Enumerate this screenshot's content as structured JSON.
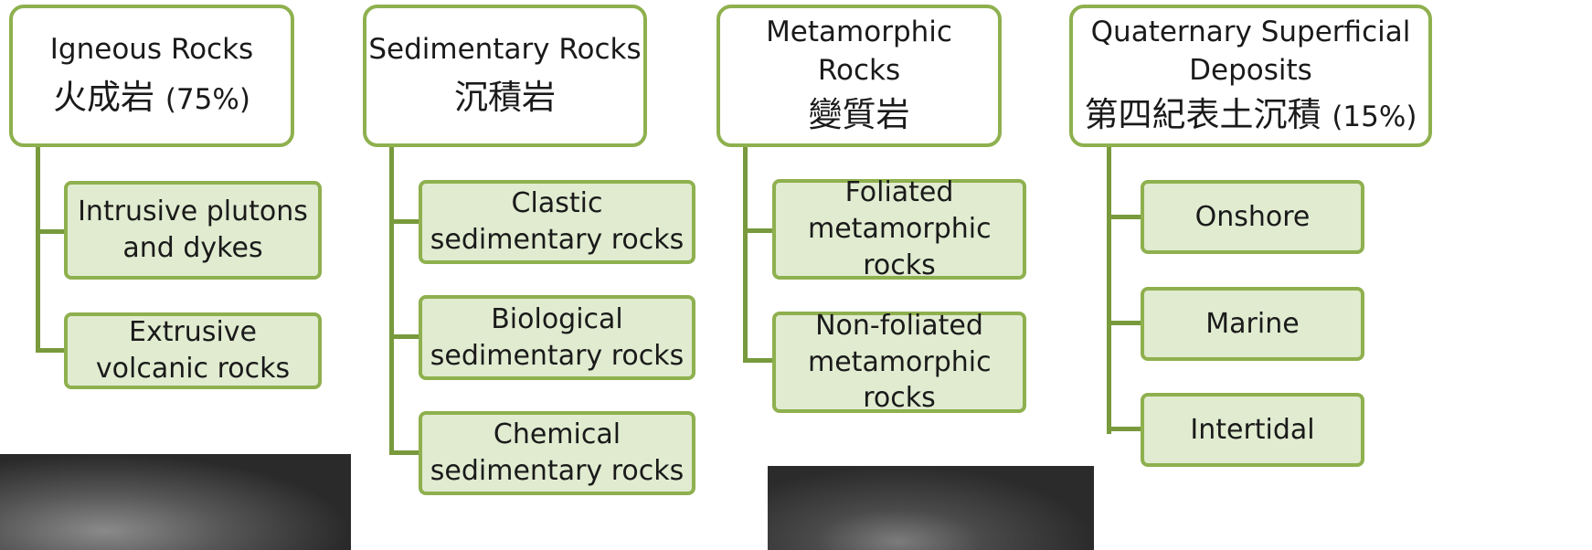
{
  "columns": [
    {
      "title": "Igneous Rocks",
      "chinese": "火成岩",
      "percent": "(75%)",
      "children": [
        "Intrusive plutons and dykes",
        "Extrusive volcanic rocks"
      ]
    },
    {
      "title": "Sedimentary Rocks",
      "chinese": "沉積岩",
      "percent": "",
      "children": [
        "Clastic sedimentary rocks",
        "Biological sedimentary rocks",
        "Chemical sedimentary rocks"
      ]
    },
    {
      "title": "Metamorphic Rocks",
      "chinese": "變質岩",
      "percent": "",
      "children": [
        "Foliated metamorphic rocks",
        "Non-foliated metamorphic rocks"
      ]
    },
    {
      "title": "Quaternary Superficial Deposits",
      "chinese": "第四紀表土沉積",
      "percent": "(15%)",
      "children": [
        "Onshore",
        "Marine",
        "Intertidal"
      ]
    }
  ],
  "colors": {
    "border": "#8eb04e",
    "connector": "#789a3c",
    "child_fill": "#e0ebd0"
  }
}
